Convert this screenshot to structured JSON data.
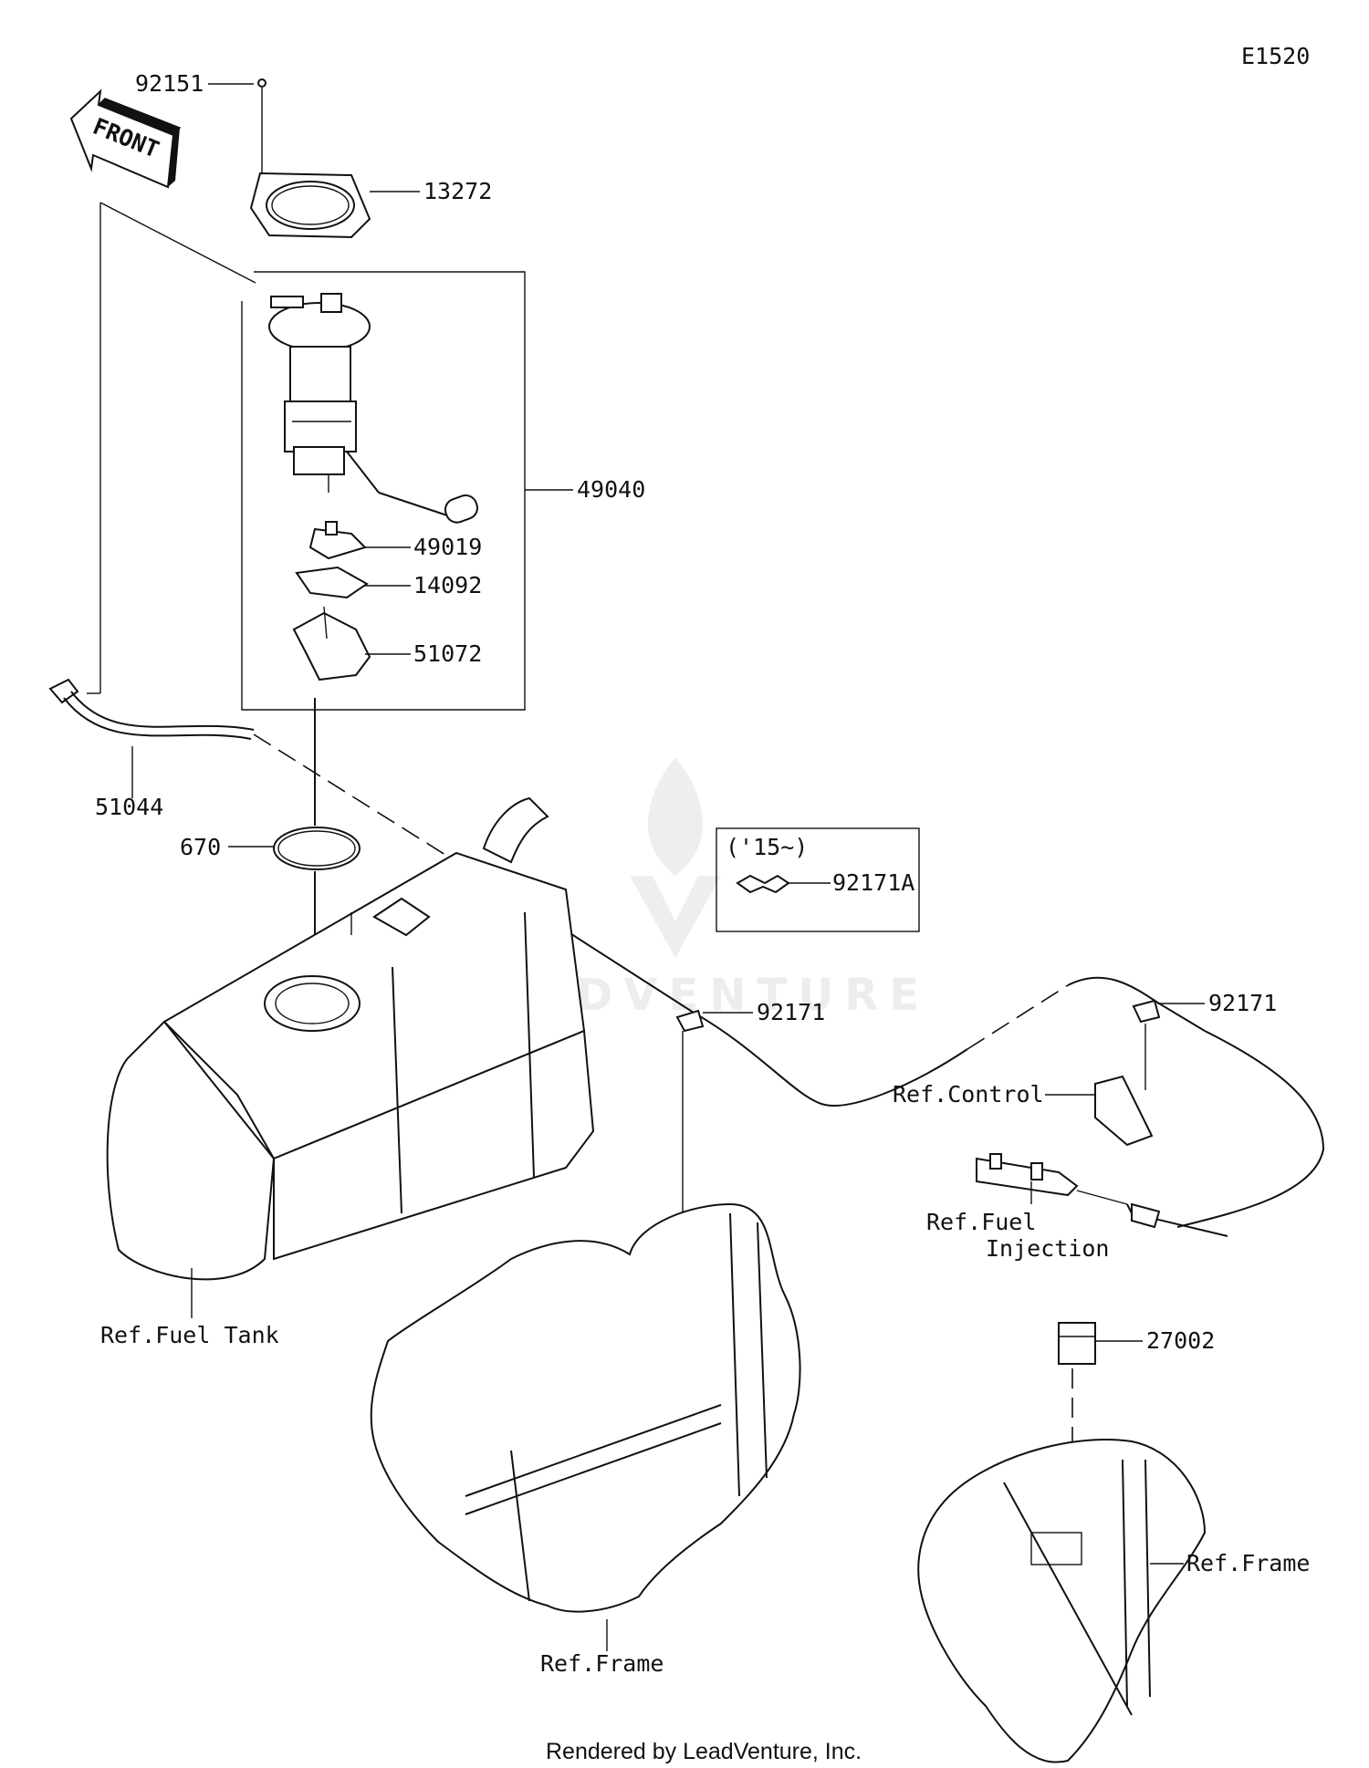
{
  "diagram_id": "E1520",
  "front_label": "FRONT",
  "callouts": {
    "p92151": "92151",
    "p13272": "13272",
    "p49040": "49040",
    "p49019": "49019",
    "p14092": "14092",
    "p51072": "51072",
    "p51044": "51044",
    "p670": "670",
    "p92171_a": "92171",
    "p92171_b": "92171",
    "p92171A": "92171A",
    "p27002": "27002"
  },
  "inset": {
    "title": "('15~)"
  },
  "refs": {
    "fuel_tank": "Ref.Fuel Tank",
    "control": "Ref.Control",
    "fuel_injection_1": "Ref.Fuel",
    "fuel_injection_2": "Injection",
    "frame_center": "Ref.Frame",
    "frame_right": "Ref.Frame"
  },
  "footer": "Rendered by LeadVenture, Inc.",
  "watermark": "LEADVENTURE"
}
